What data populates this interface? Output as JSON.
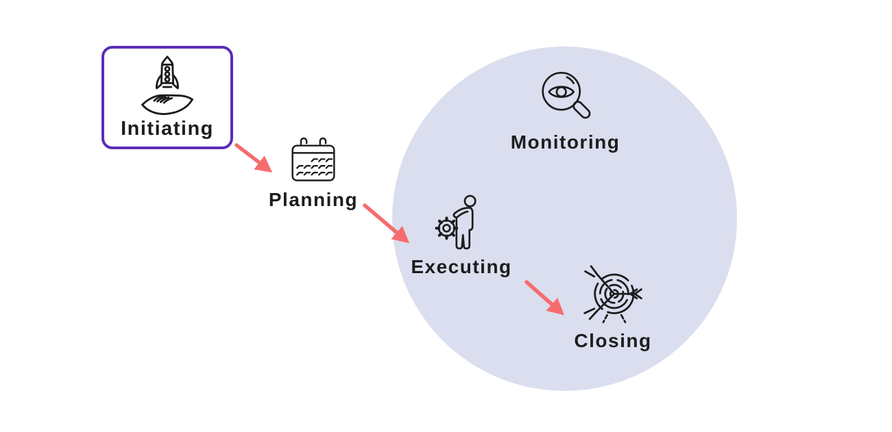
{
  "diagram": {
    "type": "process-flow",
    "subject": "project-management-phases",
    "phases": {
      "initiating": {
        "label": "Initiating",
        "icon": "rocket-in-hand-icon",
        "highlighted": true,
        "inside_circle": false
      },
      "planning": {
        "label": "Planning",
        "icon": "calendar-icon",
        "highlighted": false,
        "inside_circle": false
      },
      "monitoring": {
        "label": "Monitoring",
        "icon": "eye-magnifier-icon",
        "highlighted": false,
        "inside_circle": true
      },
      "executing": {
        "label": "Executing",
        "icon": "person-gear-icon",
        "highlighted": false,
        "inside_circle": true
      },
      "closing": {
        "label": "Closing",
        "icon": "target-arrows-icon",
        "highlighted": false,
        "inside_circle": true
      }
    },
    "arrows": [
      {
        "from": "Initiating",
        "to": "Planning"
      },
      {
        "from": "Planning",
        "to": "Executing"
      },
      {
        "from": "Executing",
        "to": "Closing"
      }
    ],
    "colors": {
      "highlight_border": "#5a2db8",
      "arrow": "#f66c6c",
      "circle_fill": "#dbdeee",
      "text": "#1d1d1d",
      "background": "#ffffff"
    }
  }
}
